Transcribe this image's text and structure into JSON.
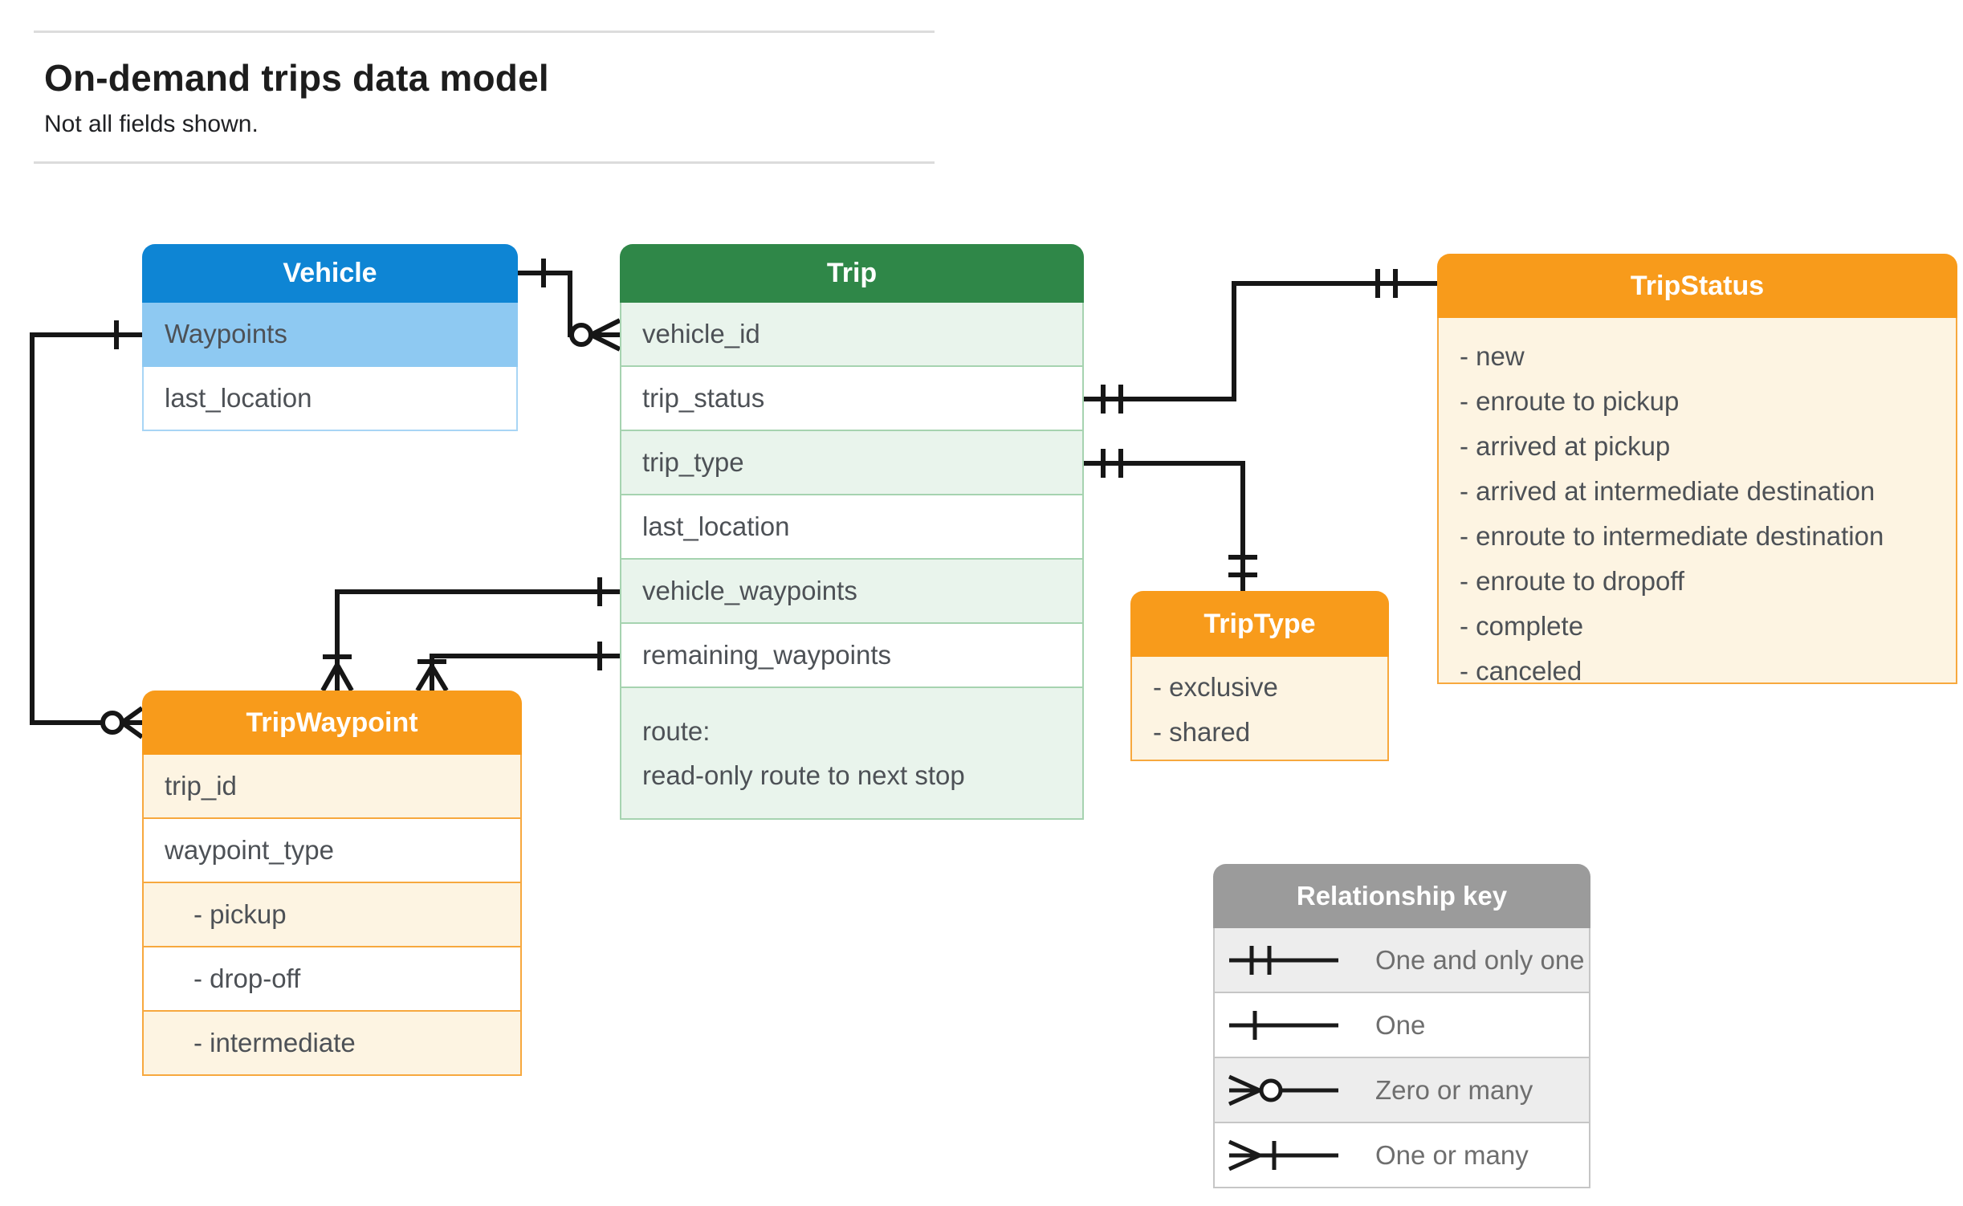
{
  "page": {
    "title": "On-demand trips data model",
    "subtitle": "Not all fields shown."
  },
  "entities": {
    "vehicle": {
      "title": "Vehicle",
      "fields": [
        "Waypoints",
        "last_location"
      ]
    },
    "trip": {
      "title": "Trip",
      "fields": [
        "vehicle_id",
        "trip_status",
        "trip_type",
        "last_location",
        "vehicle_waypoints",
        "remaining_waypoints"
      ],
      "route": [
        "route:",
        "read-only route to next stop"
      ]
    },
    "trip_status": {
      "title": "TripStatus",
      "values": [
        "- new",
        "- enroute to pickup",
        "- arrived at pickup",
        "- arrived at intermediate destination",
        "- enroute to intermediate destination",
        "- enroute to dropoff",
        "- complete",
        "- canceled"
      ]
    },
    "trip_type": {
      "title": "TripType",
      "values": [
        "- exclusive",
        "- shared"
      ]
    },
    "trip_waypoint": {
      "title": "TripWaypoint",
      "fields": [
        "trip_id",
        "waypoint_type",
        "- pickup",
        "- drop-off",
        "- intermediate"
      ]
    }
  },
  "relationships": [
    {
      "from": "Vehicle",
      "to": "Trip.vehicle_id",
      "from_cardinality": "One",
      "to_cardinality": "Zero or many"
    },
    {
      "from": "Trip.trip_status",
      "to": "TripStatus",
      "from_cardinality": "One and only one",
      "to_cardinality": "One and only one"
    },
    {
      "from": "Trip.trip_type",
      "to": "TripType",
      "from_cardinality": "One and only one",
      "to_cardinality": "One and only one"
    },
    {
      "from": "Trip.vehicle_waypoints",
      "to": "TripWaypoint",
      "from_cardinality": "One",
      "to_cardinality": "One or many"
    },
    {
      "from": "Trip.remaining_waypoints",
      "to": "TripWaypoint",
      "from_cardinality": "One",
      "to_cardinality": "One or many"
    },
    {
      "from": "Vehicle.Waypoints",
      "to": "TripWaypoint",
      "from_cardinality": "One",
      "to_cardinality": "Zero or many"
    }
  ],
  "legend": {
    "title": "Relationship key",
    "rows": [
      {
        "symbol": "one-and-only-one",
        "label": "One and only one"
      },
      {
        "symbol": "one",
        "label": "One"
      },
      {
        "symbol": "zero-or-many",
        "label": "Zero or many"
      },
      {
        "symbol": "one-or-many",
        "label": "One or many"
      }
    ]
  },
  "colors": {
    "vehicle_header": "#0e85d4",
    "vehicle_highlight_row": "#8ec9f2",
    "trip_header": "#2f8748",
    "trip_tint_row": "#e9f4ec",
    "orange_header": "#f89b1b",
    "orange_tint_row": "#fdf4e2",
    "legend_header": "#9b9b9b",
    "legend_tint_row": "#ededed",
    "connector": "#161616",
    "field_text": "#4d5156"
  }
}
